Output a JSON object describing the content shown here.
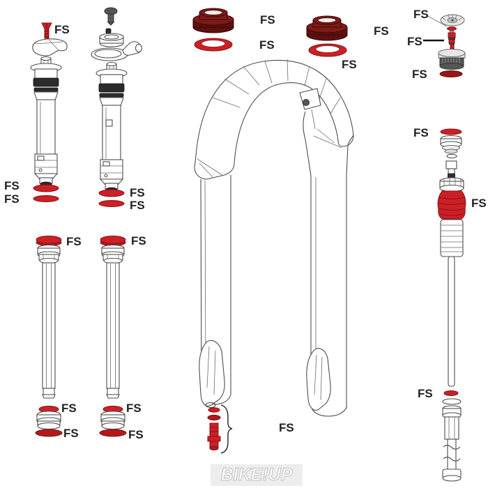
{
  "watermark": {
    "text": "BIKE!UP"
  },
  "colors": {
    "highlight_red": "#cc2026",
    "highlight_red_stroke": "#871114",
    "dark_red_seal": "#b2191d",
    "maroon_cap": "#5c100f",
    "line_art": "#4d4d4d",
    "label_text": "#222222",
    "watermark_gray": "#c9c9c9"
  },
  "diagram": {
    "type": "exploded-parts-diagram",
    "subject": "suspension-fork-service-parts",
    "assemblies": [
      "damper-cartridge-left",
      "damper-cartridge-with-remote",
      "lower-leg-casting",
      "air-spring-shaft-left",
      "air-spring-shaft-right",
      "crown-dust-seal-kits",
      "air-valve-cap-assembly",
      "rebound-damper-shaft",
      "shaft-bolt-kit"
    ],
    "fs_annotations": [
      {
        "part": "damper1-top-screw",
        "text": "FS"
      },
      {
        "part": "damper1-upper-oring",
        "text": "FS"
      },
      {
        "part": "damper1-lower-oring",
        "text": "FS"
      },
      {
        "part": "damper2-upper-oring",
        "text": "FS"
      },
      {
        "part": "damper2-lower-oring",
        "text": "FS"
      },
      {
        "part": "airshaft1-top-seal",
        "text": "FS"
      },
      {
        "part": "airshaft2-top-seal",
        "text": "FS"
      },
      {
        "part": "airshaft1-lower-oring",
        "text": "FS"
      },
      {
        "part": "airshaft1-bottom-seal",
        "text": "FS"
      },
      {
        "part": "airshaft2-lower-oring",
        "text": "FS"
      },
      {
        "part": "airshaft2-bottom-seal",
        "text": "FS"
      },
      {
        "part": "left-dust-seal-cap",
        "text": "FS"
      },
      {
        "part": "left-crown-oring",
        "text": "FS"
      },
      {
        "part": "right-dust-seal-cap",
        "text": "FS"
      },
      {
        "part": "right-crown-oring",
        "text": "FS"
      },
      {
        "part": "shaft-bolt-kit",
        "text": "FS"
      },
      {
        "part": "air-valve-oring",
        "text": "FS"
      },
      {
        "part": "air-valve-core",
        "text": "FS"
      },
      {
        "part": "air-cap-oring",
        "text": "FS"
      },
      {
        "part": "damper-shaft-top-seal",
        "text": "FS"
      },
      {
        "part": "damper-bellows",
        "text": "FS"
      },
      {
        "part": "rebound-bolt-oring",
        "text": "FS"
      }
    ]
  }
}
